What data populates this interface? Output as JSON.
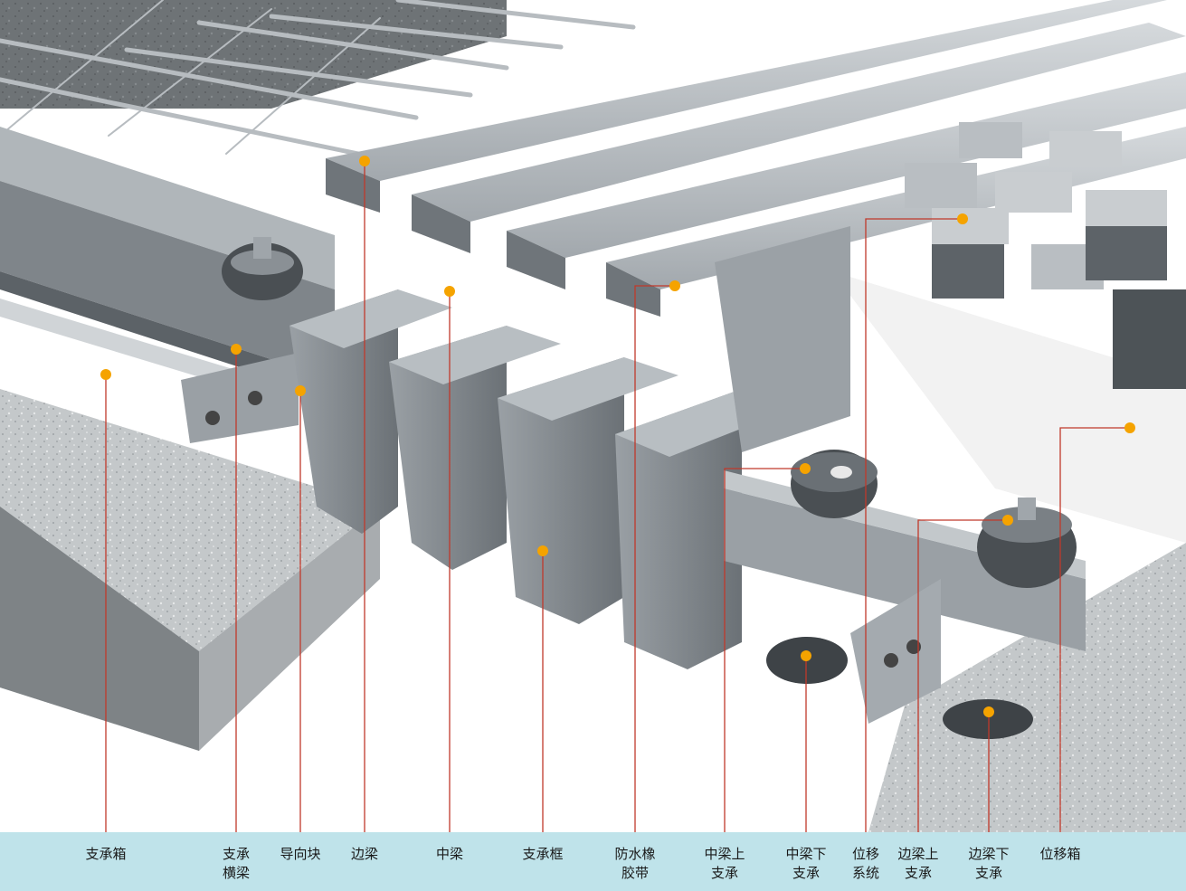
{
  "colors": {
    "leader_line": "#c0392b",
    "callout_dot": "#f5a300",
    "label_bar": "#bfe3ea",
    "steel": "#8f969c",
    "concrete": "#bfc3c5"
  },
  "labels": [
    {
      "text": "支承箱"
    },
    {
      "text": "支承\n横梁"
    },
    {
      "text": "导向块"
    },
    {
      "text": "边梁"
    },
    {
      "text": "中梁"
    },
    {
      "text": "支承框"
    },
    {
      "text": "防水橡\n胶带"
    },
    {
      "text": "中梁上\n支承"
    },
    {
      "text": "中梁下\n支承"
    },
    {
      "text": "位移\n系统"
    },
    {
      "text": "边梁上\n支承"
    },
    {
      "text": "边梁下\n支承"
    },
    {
      "text": "位移箱"
    }
  ]
}
